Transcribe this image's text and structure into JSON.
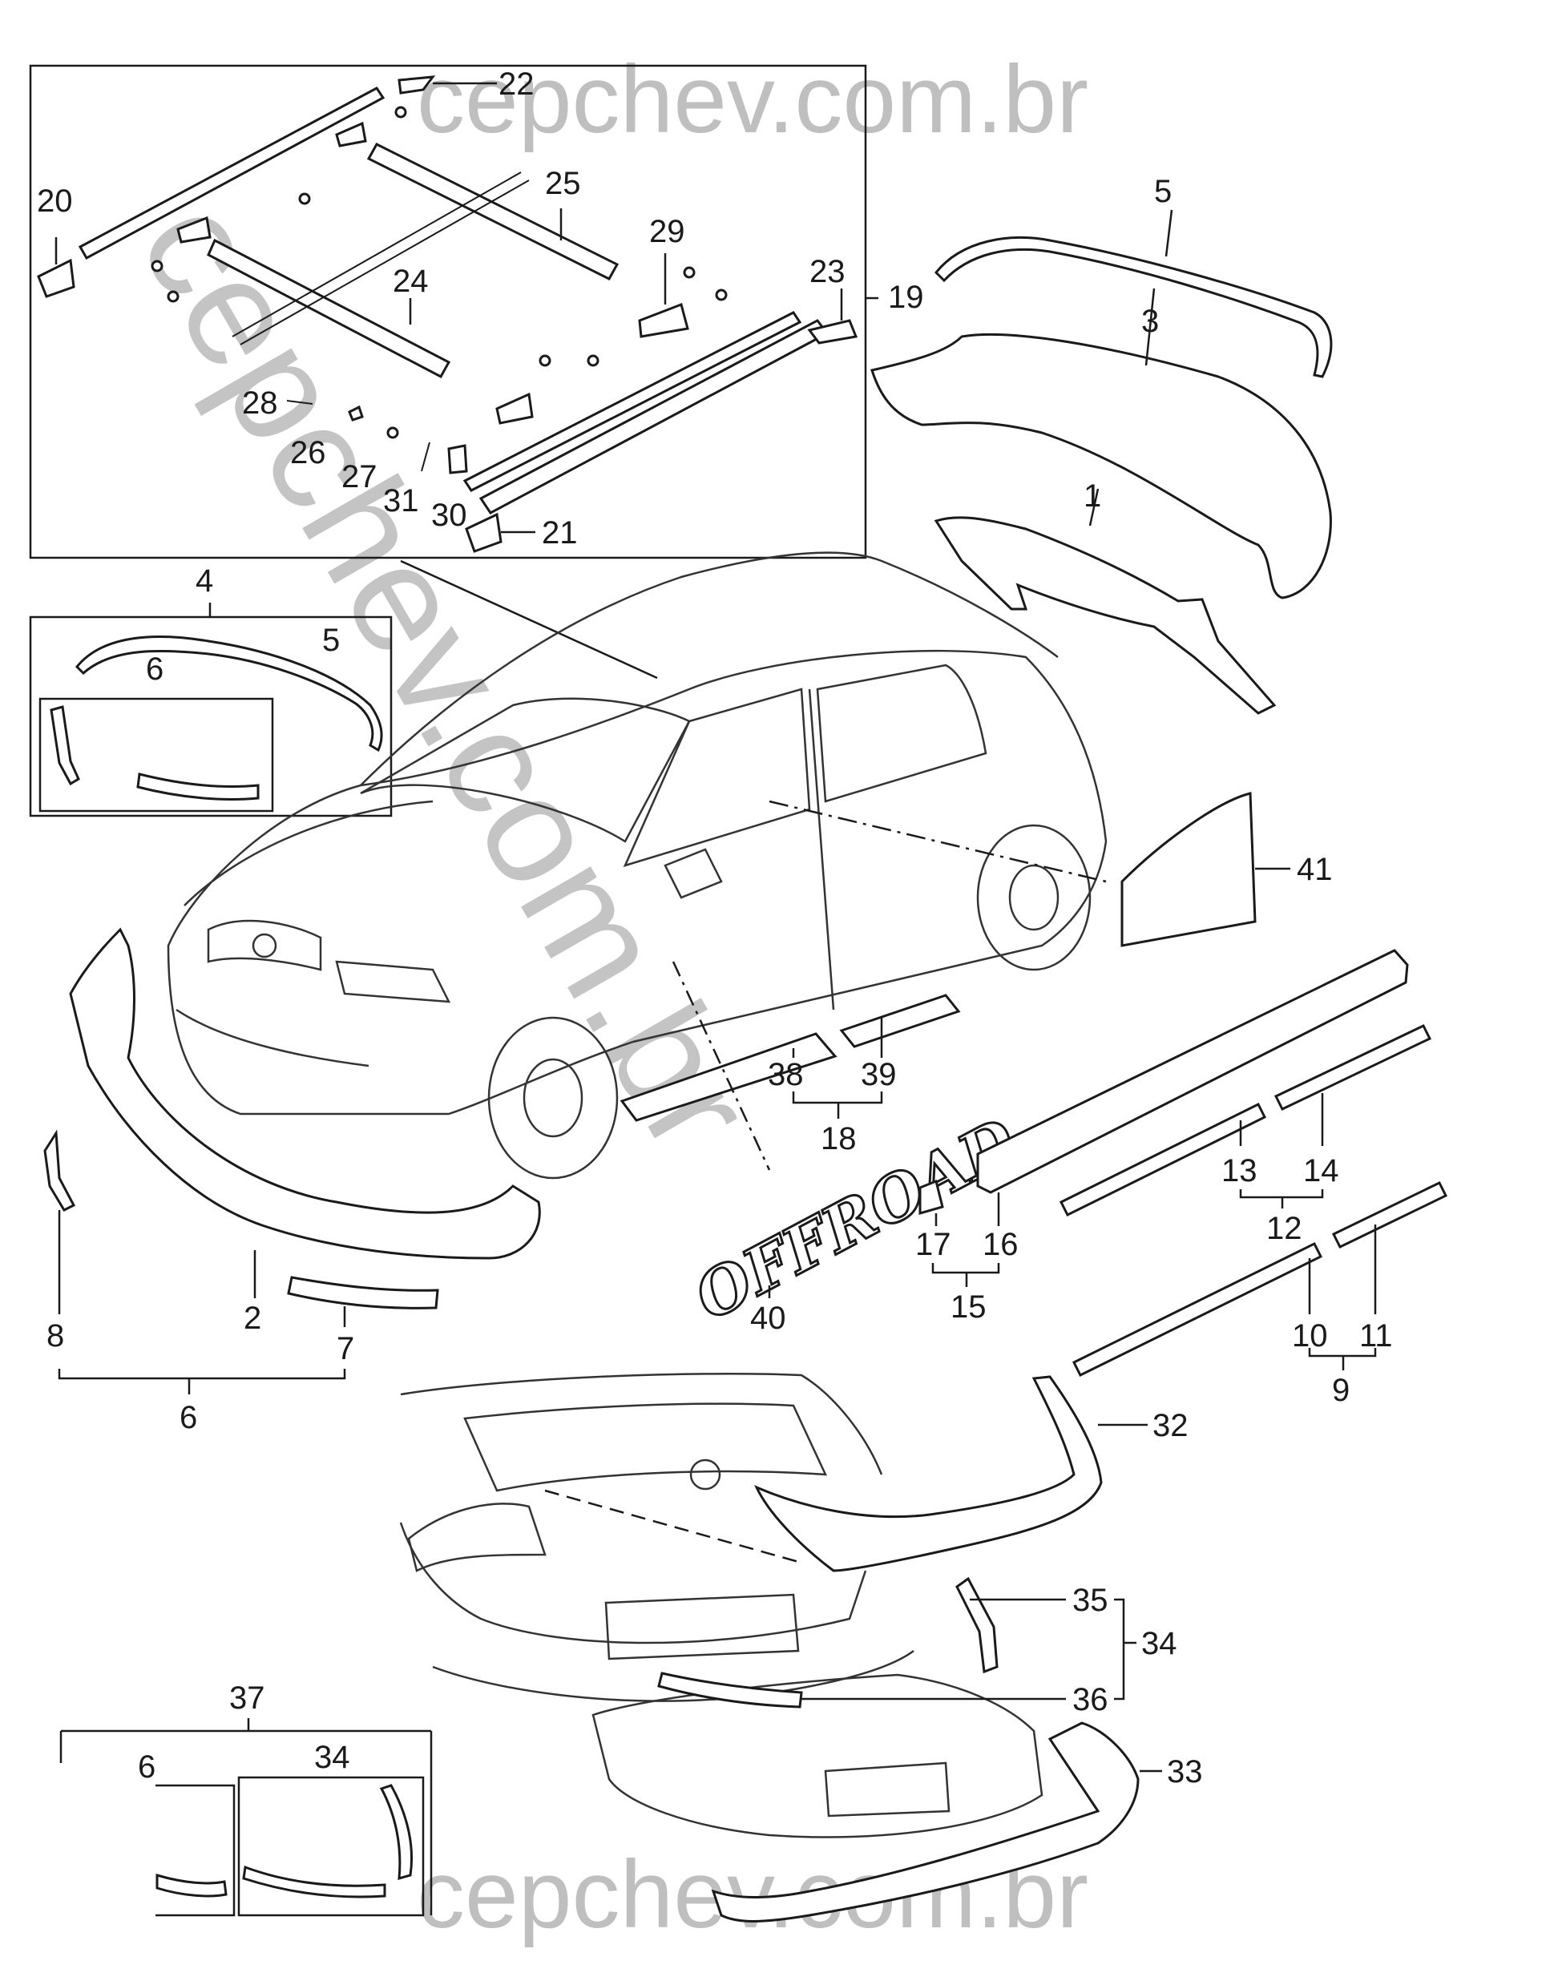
{
  "watermark": {
    "top": "cepchev.com.br",
    "bottom": "cepchev.com.br",
    "diagonal": "cepchev.com.br"
  },
  "badge_text": "OFFROAD",
  "callouts": {
    "c1": "1",
    "c2": "2",
    "c3": "3",
    "c4": "4",
    "c5a": "5",
    "c5b": "5",
    "c6a": "6",
    "c6b": "6",
    "c6c": "6",
    "c7": "7",
    "c8": "8",
    "c9": "9",
    "c10": "10",
    "c11": "11",
    "c12": "12",
    "c13": "13",
    "c14": "14",
    "c15": "15",
    "c16": "16",
    "c17": "17",
    "c18": "18",
    "c19": "19",
    "c20": "20",
    "c21": "21",
    "c22": "22",
    "c23": "23",
    "c24": "24",
    "c25": "25",
    "c26": "26",
    "c27": "27",
    "c28": "28",
    "c29": "29",
    "c30": "30",
    "c31": "31",
    "c32": "32",
    "c33": "33",
    "c34a": "34",
    "c34b": "34",
    "c35": "35",
    "c36": "36",
    "c37": "37",
    "c38": "38",
    "c39": "39",
    "c40": "40",
    "c41": "41"
  }
}
